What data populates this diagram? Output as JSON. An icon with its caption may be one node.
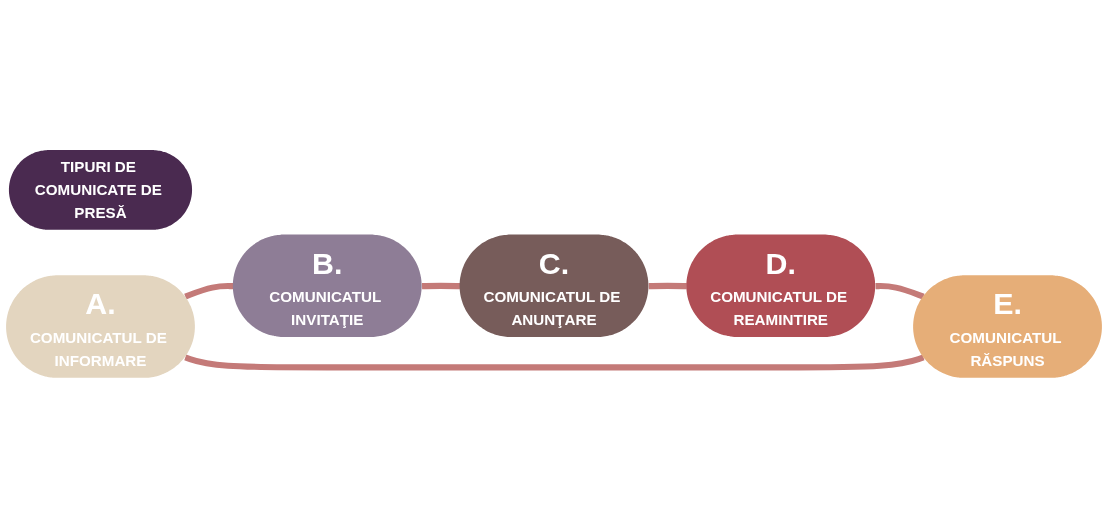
{
  "diagram": {
    "nodes": [
      {
        "text": [
          "TIPURI DE COMUNICATE DE PRESĂ"
        ]
      },
      {
        "text": [
          "A.",
          "COMUNICATUL DE INFORMARE"
        ]
      },
      {
        "text": [
          "B.",
          "COMUNICATUL INVITAŢIE"
        ]
      },
      {
        "text": [
          "C.",
          "COMUNICATUL DE ANUNŢARE"
        ]
      },
      {
        "text": [
          "D.",
          "COMUNICATUL DE REAMINTIRE"
        ]
      },
      {
        "text": [
          "E.",
          "COMUNICATUL RĂSPUNS"
        ]
      }
    ],
    "edges": [
      {
        "from": 1,
        "to": 2,
        "arrow": "none"
      },
      {
        "from": 2,
        "to": 3,
        "arrow": "none"
      },
      {
        "from": 3,
        "to": 4,
        "arrow": "none"
      },
      {
        "from": 4,
        "to": 5,
        "arrow": "none"
      },
      {
        "from": 5,
        "to": 1,
        "arrow": "none"
      }
    ]
  }
}
